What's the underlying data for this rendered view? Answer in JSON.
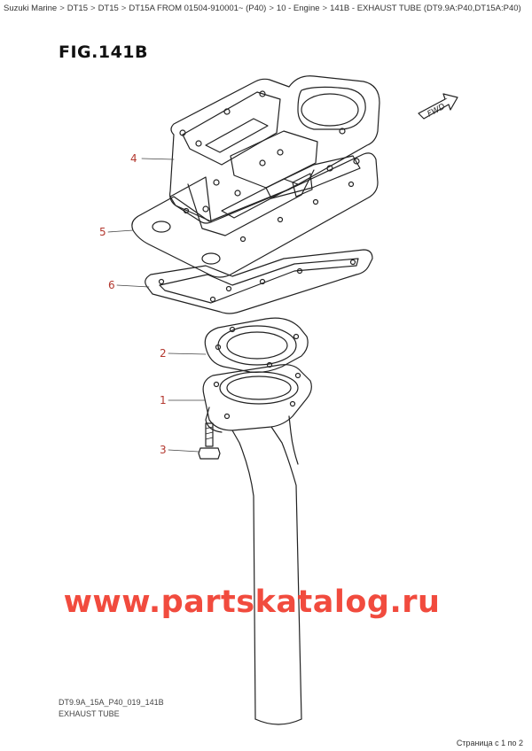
{
  "breadcrumb": [
    "Suzuki Marine",
    "DT15",
    "DT15",
    "DT15A FROM 01504-910001~ (P40)",
    "10 - Engine",
    "141B - EXHAUST TUBE (DT9.9A:P40,DT15A:P40)"
  ],
  "breadcrumb_separator": ">",
  "figure_title": "FIG.141B",
  "fwd_label": "FWD",
  "callouts": [
    "4",
    "5",
    "6",
    "2",
    "1",
    "3"
  ],
  "watermark": "www.partskatalog.ru",
  "drawing_code": "DT9.9A_15A_P40_019_141B",
  "caption": "EXHAUST TUBE",
  "pagination": "Страница с 1 по 2",
  "colors": {
    "callout": "#b3372e",
    "watermark": "#f03c2e",
    "line": "#222222"
  },
  "icons": {
    "fwd_arrow": "arrow-right-icon"
  }
}
